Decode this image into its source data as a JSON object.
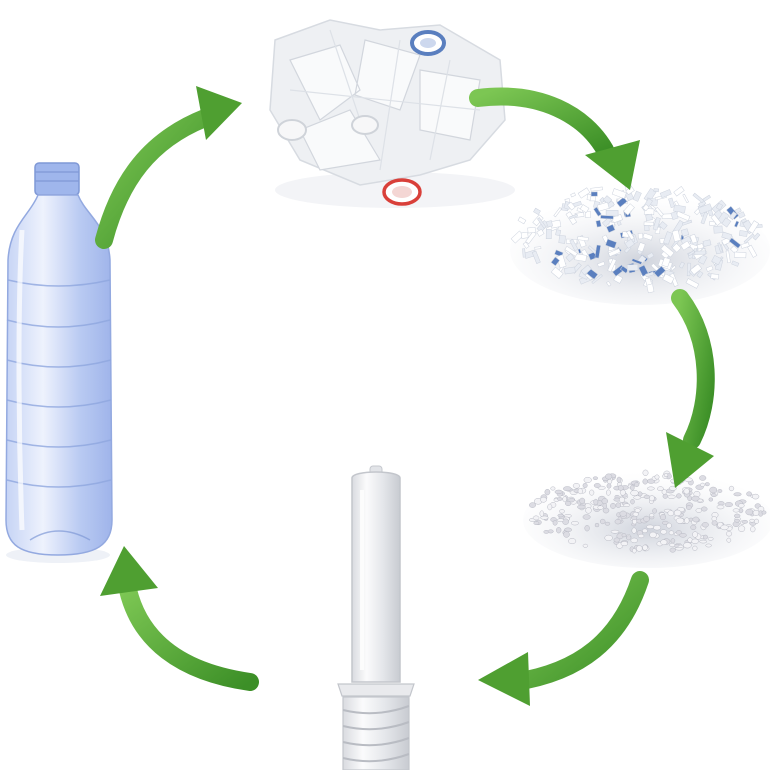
{
  "diagram": {
    "type": "cycle",
    "stages": [
      {
        "id": "bottle",
        "name": "pet-bottle"
      },
      {
        "id": "crushed",
        "name": "crushed-bottles"
      },
      {
        "id": "flakes",
        "name": "pet-flakes"
      },
      {
        "id": "pellets",
        "name": "pet-pellets"
      },
      {
        "id": "preform",
        "name": "pet-preform"
      }
    ],
    "arrows": [
      {
        "from": "bottle",
        "to": "crushed"
      },
      {
        "from": "crushed",
        "to": "flakes"
      },
      {
        "from": "flakes",
        "to": "pellets"
      },
      {
        "from": "pellets",
        "to": "preform"
      },
      {
        "from": "preform",
        "to": "bottle"
      }
    ],
    "colors": {
      "arrow": "#5aa83a",
      "arrow_dark": "#2f7a1f",
      "bottle_tint": "#a9bff0",
      "cap_blue": "#5a7fbf",
      "cap_red": "#d9403a",
      "flake": "#e8ecf3",
      "pellet": "#dcdce3"
    }
  }
}
